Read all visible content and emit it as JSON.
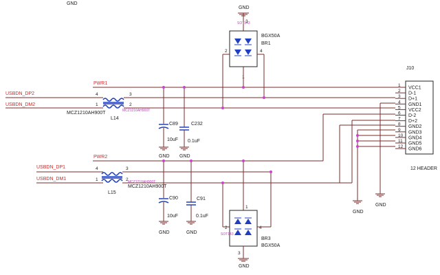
{
  "top_left_label": "GND",
  "connector": {
    "ref": "J10",
    "footer": "12 HEADER",
    "pins": [
      {
        "num": "1",
        "name": "VCC1"
      },
      {
        "num": "2",
        "name": "D-1"
      },
      {
        "num": "3",
        "name": "D+1"
      },
      {
        "num": "4",
        "name": "GND1"
      },
      {
        "num": "5",
        "name": "VCC2"
      },
      {
        "num": "6",
        "name": "D-2"
      },
      {
        "num": "7",
        "name": "D+2"
      },
      {
        "num": "8",
        "name": "GND2"
      },
      {
        "num": "9",
        "name": "GND3"
      },
      {
        "num": "10",
        "name": "GND4"
      },
      {
        "num": "11",
        "name": "GND5"
      },
      {
        "num": "12",
        "name": "GND6"
      }
    ]
  },
  "nets": {
    "pwr1": "PWR1",
    "pwr2": "PWR2",
    "dp2": "USBDN_DP2",
    "dm2": "USBDN_DM2",
    "dp1": "USBDN_DP1",
    "dm1": "USBDN_DM1"
  },
  "chokes": {
    "l14": {
      "ref": "L14",
      "part": "MCZ1210AH900T",
      "part_small": "MCZ1210AH900T",
      "p4": "4",
      "p3": "3",
      "p1": "1",
      "p2": "2"
    },
    "l15": {
      "ref": "L15",
      "part": "MCZ1210AH900T",
      "part_small": "MCZ1210AH900T",
      "p4": "4",
      "p3": "3",
      "p1": "1",
      "p2": "2"
    }
  },
  "caps": {
    "c89": {
      "ref": "C89",
      "value": "10uF"
    },
    "c232": {
      "ref": "C232",
      "value": "0.1uF"
    },
    "c90": {
      "ref": "C90",
      "value": "10uF"
    },
    "c91": {
      "ref": "C91",
      "value": "0.1uF"
    }
  },
  "bridges": {
    "br1": {
      "ref": "BR1",
      "part": "BGX50A",
      "pkg": "SOT143",
      "gnd": "GND",
      "p2": "2",
      "p4": "4",
      "p3": "3",
      "p1": "1"
    },
    "br3": {
      "ref": "BR3",
      "part": "BGX50A",
      "pkg": "SOT143",
      "gnd": "GND",
      "p2": "2",
      "p4": "4",
      "p3": "3",
      "p1": "1"
    }
  },
  "gnd_label": "GND"
}
